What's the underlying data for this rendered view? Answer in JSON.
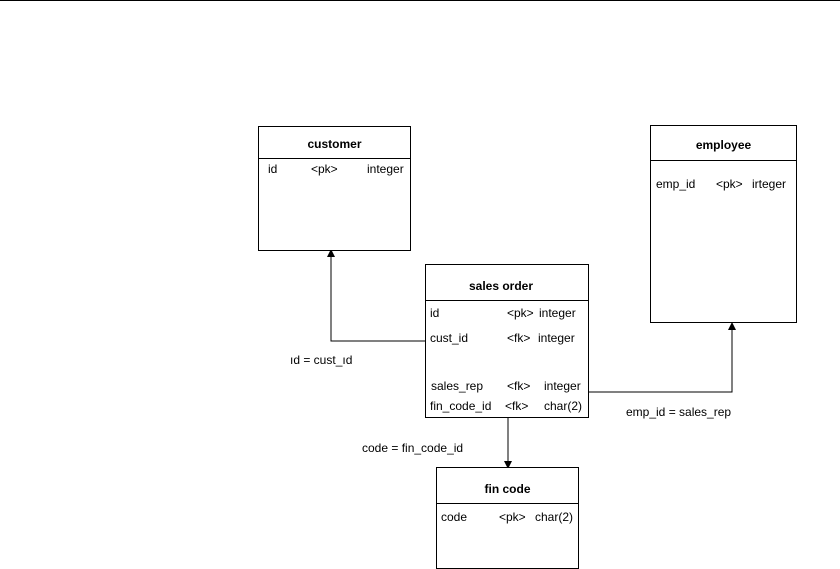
{
  "entities": {
    "customer": {
      "title": "customer",
      "columns": [
        {
          "name": "id",
          "key": "<pk>",
          "type": "integer"
        }
      ]
    },
    "employee": {
      "title": "employee",
      "columns": [
        {
          "name": "emp_id",
          "key": "<pk>",
          "type": "irteger"
        }
      ]
    },
    "sales_order": {
      "title": "sales order",
      "columns": [
        {
          "name": "id",
          "key": "<pk>",
          "type": "integer"
        },
        {
          "name": "cust_id",
          "key": "<fk>",
          "type": "integer"
        },
        {
          "name": "sales_rep",
          "key": "<fk>",
          "type": "integer"
        },
        {
          "name": "fin_code_id",
          "key": "<fk>",
          "type": "char(2)"
        }
      ]
    },
    "fin_code": {
      "title": "fin code",
      "columns": [
        {
          "name": "code",
          "key": "<pk>",
          "type": "char(2)"
        }
      ]
    }
  },
  "relationships": {
    "customer_link": "ıd = cust_ıd",
    "employee_link": "emp_id = sales_rep",
    "fin_code_link": "code = fin_code_id"
  }
}
